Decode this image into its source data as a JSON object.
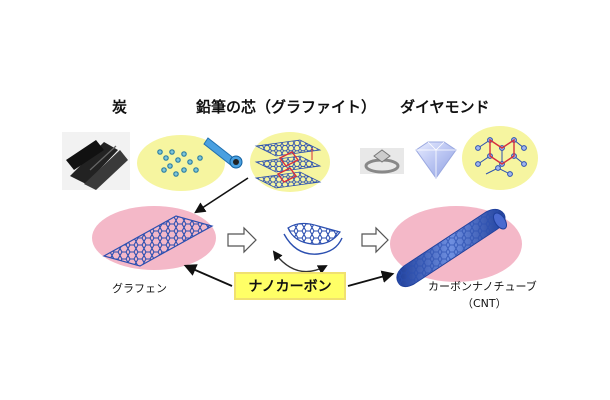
{
  "labels": {
    "charcoal": "炭",
    "pencil_core": "鉛筆の芯（グラファイト）",
    "diamond": "ダイヤモンド",
    "graphene": "グラフェン",
    "nanocarbon": "ナノカーボン",
    "cnt_line1": "カーボンナノチューブ",
    "cnt_line2": "（CNT）"
  },
  "colors": {
    "ellipse_yellow": "#f6f5a0",
    "ellipse_pink": "#f4b8c8",
    "lattice_blue": "#2b4fb0",
    "highlight_red": "#d8303c",
    "arrow_black": "#111111",
    "nano_box": "#ffff66"
  },
  "icons": {
    "charcoal": "charcoal-photo",
    "pencil": "pencil-core-illustration",
    "diamond": "diamond-gem-illustration",
    "ring": "diamond-ring-photo",
    "graphene": "graphene-sheet",
    "nanotube": "carbon-nanotube"
  }
}
